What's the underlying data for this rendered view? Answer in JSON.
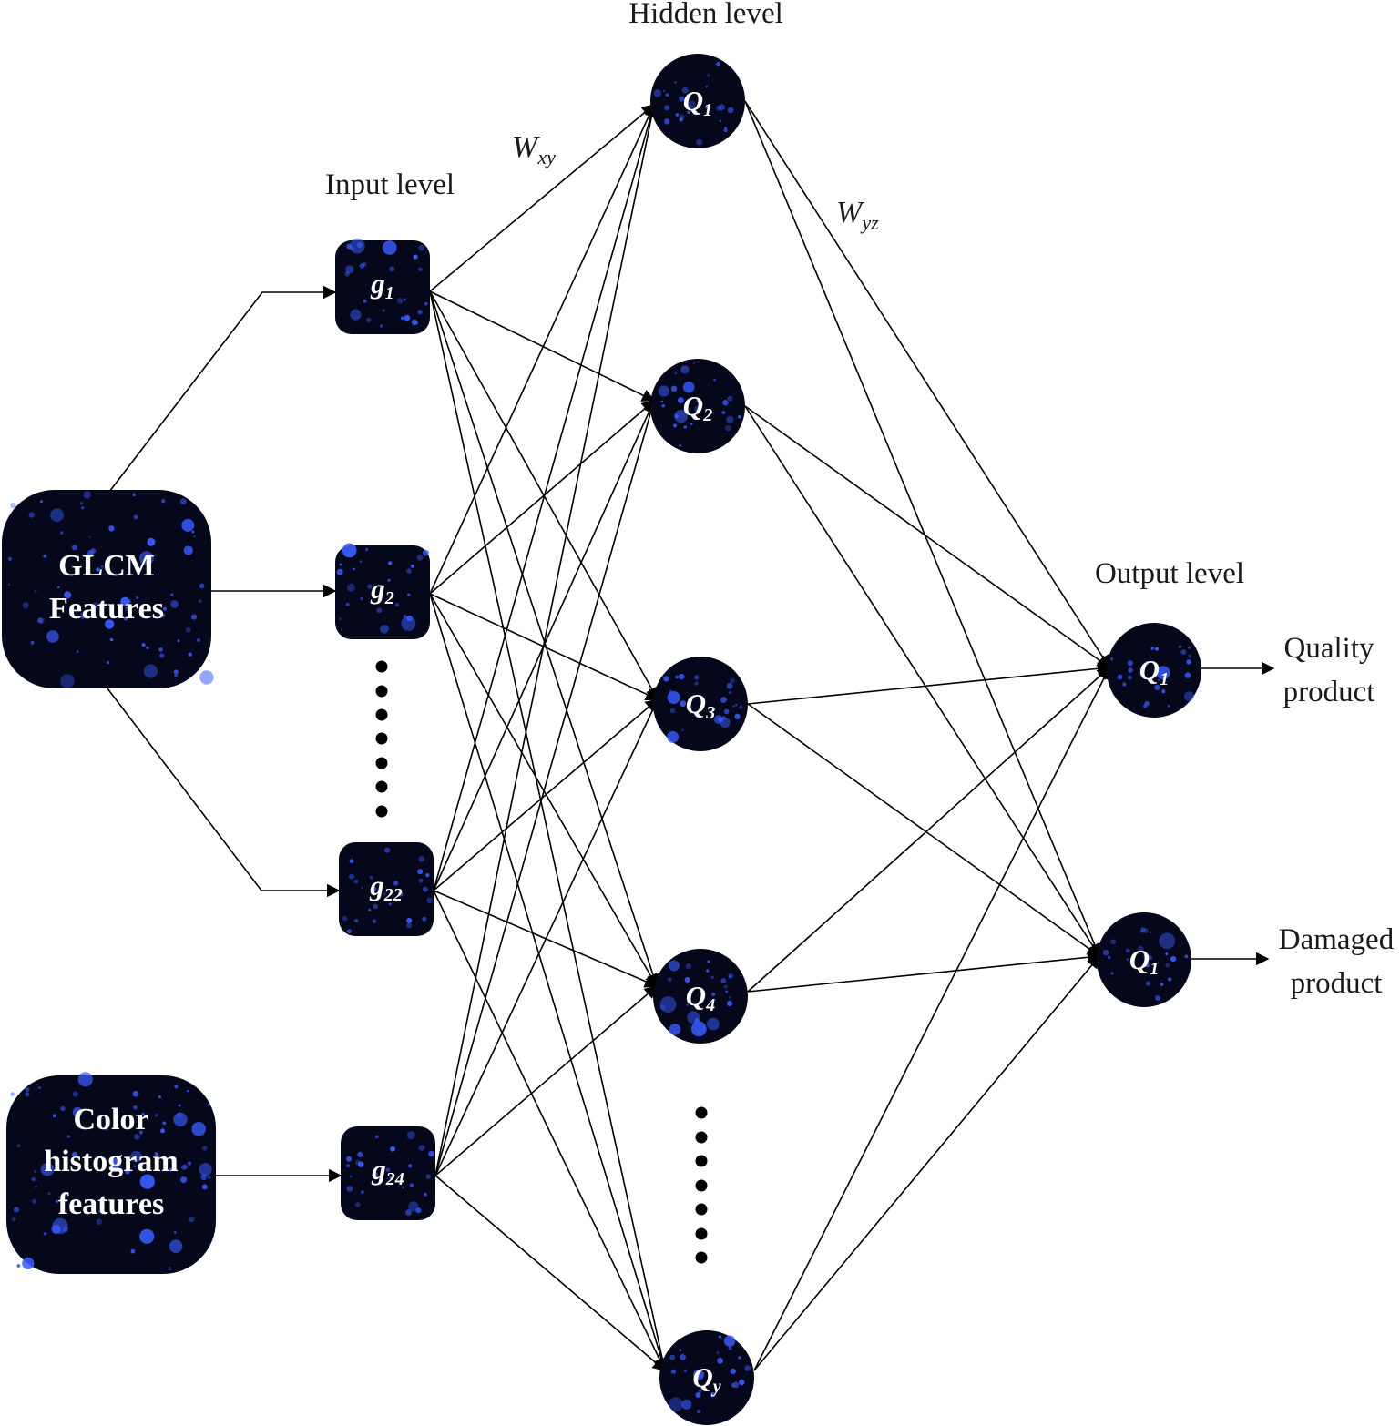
{
  "levels": {
    "hidden": "Hidden level",
    "input": "Input level",
    "output": "Output level"
  },
  "weights": {
    "xy": {
      "main": "W",
      "sub": "xy"
    },
    "yz": {
      "main": "W",
      "sub": "yz"
    }
  },
  "sources": {
    "glcm": [
      "GLCM",
      "Features"
    ],
    "color": [
      "Color",
      "histogram",
      "features"
    ]
  },
  "input_nodes": [
    {
      "main": "g",
      "sub": "1"
    },
    {
      "main": "g",
      "sub": "2"
    },
    {
      "main": "g",
      "sub": "22"
    },
    {
      "main": "g",
      "sub": "24"
    }
  ],
  "hidden_nodes": [
    {
      "main": "Q",
      "sub": "1"
    },
    {
      "main": "Q",
      "sub": "2"
    },
    {
      "main": "Q",
      "sub": "3"
    },
    {
      "main": "Q",
      "sub": "4"
    },
    {
      "main": "Q",
      "sub": "y"
    }
  ],
  "output_nodes": [
    {
      "main": "Q",
      "sub": "1",
      "label": [
        "Quality",
        "product"
      ]
    },
    {
      "main": "Q",
      "sub": "1",
      "label": [
        "Damaged",
        "product"
      ]
    }
  ],
  "colors": {
    "node_bg": "#05081a",
    "dot": "#3a5cff",
    "line": "#000000"
  }
}
